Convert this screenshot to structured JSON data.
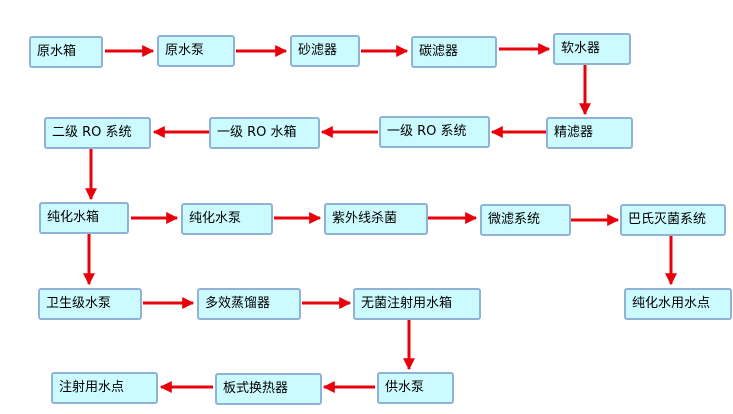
{
  "nodes": {
    "raw_tank": "原水箱",
    "raw_pump": "原水泵",
    "sand_filter": "砂滤器",
    "carbon_filter": "碳滤器",
    "softener": "软水器",
    "precision_filter": "精滤器",
    "ro1": "一级 RO 系统",
    "ro1_tank": "一级 RO 水箱",
    "ro2": "二级 RO 系统",
    "pure_tank": "纯化水箱",
    "pure_pump": "纯化水泵",
    "uv_sterilizer": "紫外线杀菌",
    "microfilter": "微滤系统",
    "pasteur": "巴氏灭菌系统",
    "pure_point": "纯化水用水点",
    "sanitary_pump": "卫生级水泵",
    "distiller": "多效蒸馏器",
    "wfi_tank": "无菌注射用水箱",
    "supply_pump": "供水泵",
    "plate_hx": "板式换热器",
    "wfi_point": "注射用水点"
  },
  "colors": {
    "node_fill": "#ccfbff",
    "node_border": "#8fb2d6",
    "arrow": "#e8000b"
  }
}
